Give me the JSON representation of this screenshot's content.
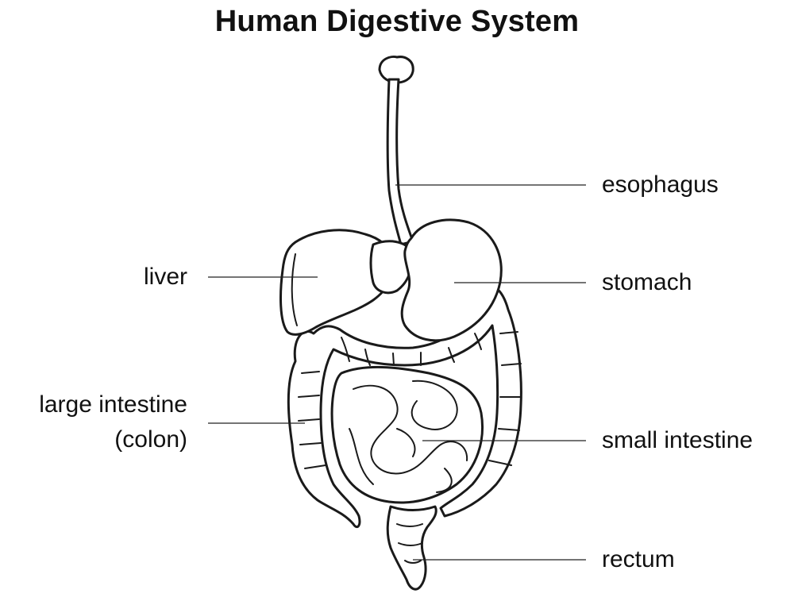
{
  "title": "Human Digestive System",
  "labels": {
    "esophagus": "esophagus",
    "liver": "liver",
    "stomach": "stomach",
    "large_intestine_line1": "large intestine",
    "large_intestine_line2": "(colon)",
    "small_intestine": "small intestine",
    "rectum": "rectum"
  },
  "colors": {
    "ink": "#1a1a1a",
    "background": "#ffffff"
  }
}
